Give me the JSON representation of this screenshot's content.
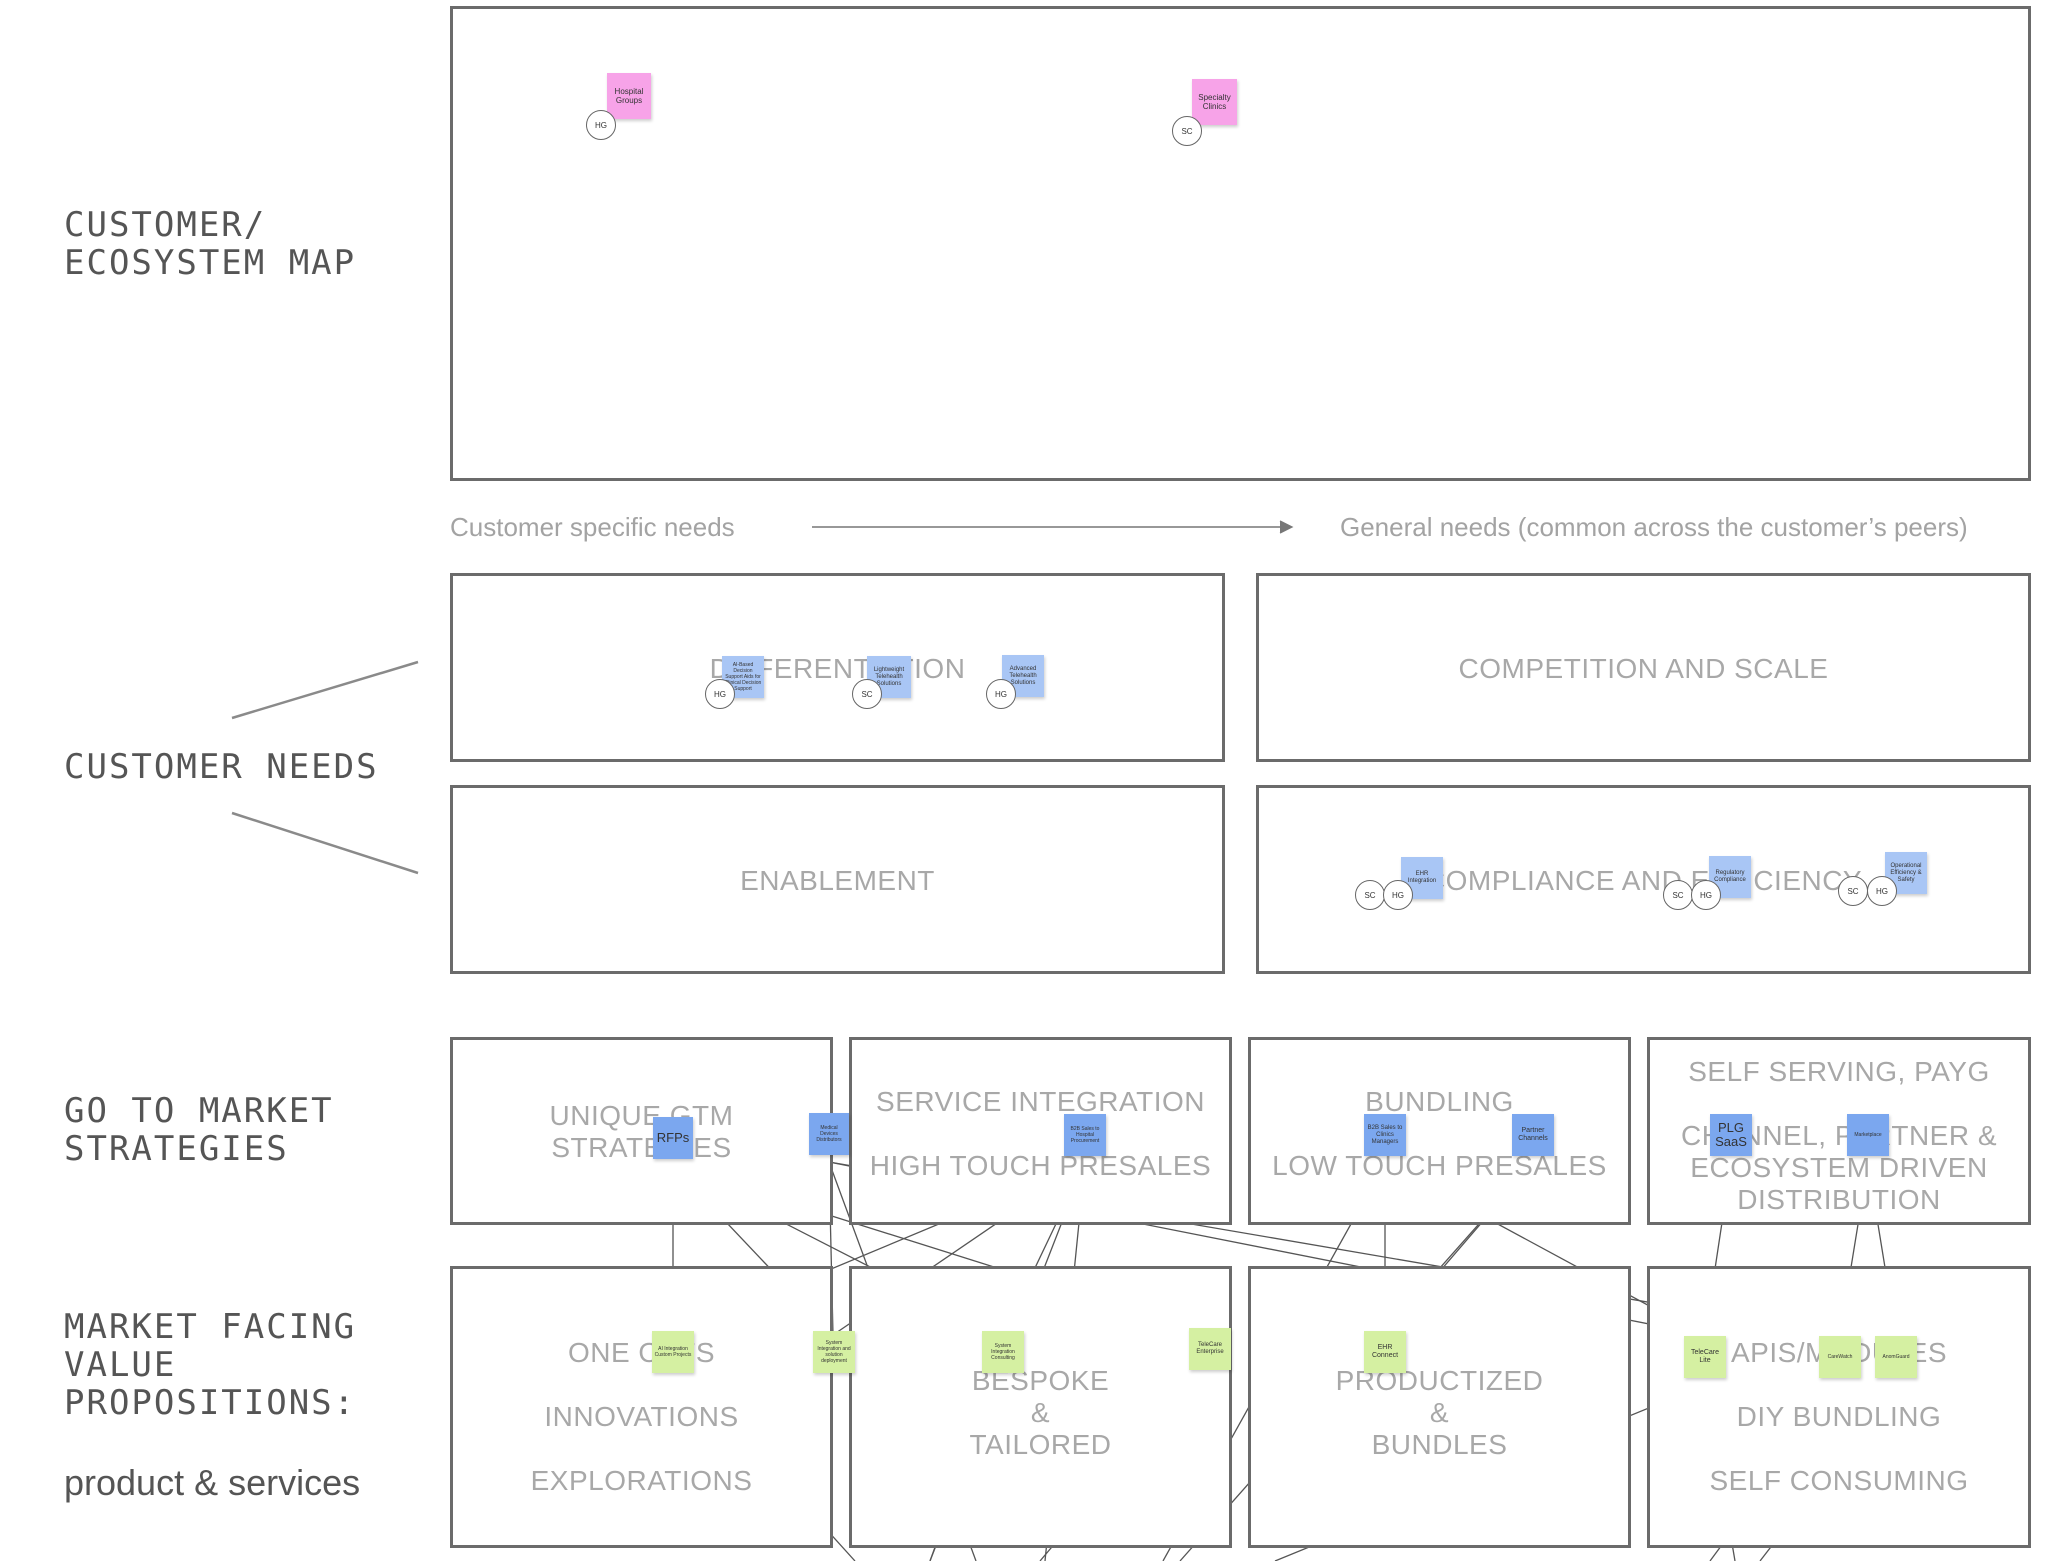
{
  "rows": {
    "customer_map": "CUSTOMER/\nECOSYSTEM MAP",
    "customer_needs": "CUSTOMER NEEDS",
    "gtm": "GO TO MARKET\nSTRATEGIES",
    "mfvp": "MARKET FACING\nVALUE\nPROPOSITIONS:",
    "mfvp_sub": "product & services"
  },
  "axis": {
    "left": "Customer specific needs",
    "right": "General needs (common across the customer’s peers)"
  },
  "needs": {
    "differentiation": "DIFFERENTIATION",
    "competition": "COMPETITION AND SCALE",
    "enablement": "ENABLEMENT",
    "compliance": "COMPLIANCE AND EFFICIENCY"
  },
  "gtm": {
    "unique": "UNIQUE GTM\nSTRATEGIES",
    "service": "SERVICE INTEGRATION\n\nHIGH TOUCH PRESALES",
    "bundling": "BUNDLING\n\nLOW TOUCH PRESALES",
    "self": "SELF SERVING, PAYG\n\nCHANNEL, PARTNER &\nECOSYSTEM DRIVEN\nDISTRIBUTION"
  },
  "vp": {
    "oneoffs": "ONE OFFS\n\nINNOVATIONS\n\nEXPLORATIONS",
    "bespoke": "BESPOKE\n&\nTAILORED",
    "productized": "PRODUCTIZED\n&\nBUNDLES",
    "apis": "APIS/MODULES\n\nDIY BUNDLING\n\nSELF CONSUMING"
  },
  "customers": [
    {
      "label": "Hospital\nGroups",
      "badge": "HG"
    },
    {
      "label": "Specialty\nClinics",
      "badge": "SC"
    }
  ],
  "need_stickies": [
    {
      "label": "AI-Based Decision Support Aids for Clinical Decision Support",
      "badges": [
        "HG"
      ]
    },
    {
      "label": "Lightweight Telehealth Solutions",
      "badges": [
        "SC"
      ]
    },
    {
      "label": "Advanced Telehealth Solutions",
      "badges": [
        "HG"
      ]
    },
    {
      "label": "EHR Integration",
      "badges": [
        "SC",
        "HG"
      ]
    },
    {
      "label": "Regulatory Compliance",
      "badges": [
        "SC",
        "HG"
      ]
    },
    {
      "label": "Operational Efficiency & Safety",
      "badges": [
        "SC",
        "HG"
      ]
    }
  ],
  "gtm_stickies": [
    "RFPs",
    "Medical Devices Distributors",
    "B2B Sales to Hospital Procurement",
    "B2B Sales to Clinics Managers",
    "Partner Channels",
    "PLG SaaS",
    "Marketplace"
  ],
  "vp_stickies": [
    "AI Integration Custom Projects",
    "System Integration and solution deployment",
    "System Integration Consulting",
    "TeleCare Enterprise",
    "EHR Connect",
    "TeleCare Lite",
    "CareWatch",
    "AnomGuard"
  ]
}
